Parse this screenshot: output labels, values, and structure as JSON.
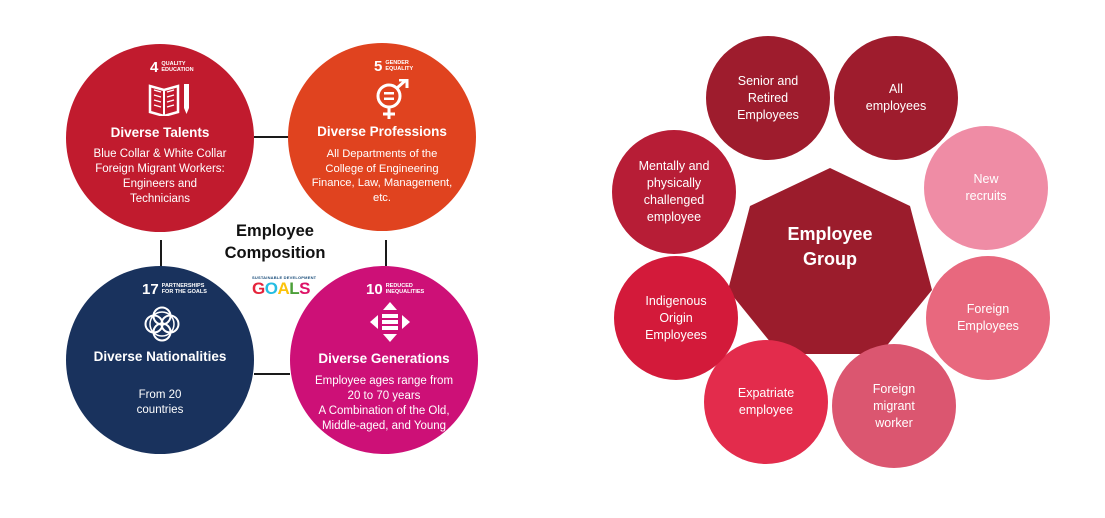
{
  "composition": {
    "center_label": "Employee\nComposition",
    "sdg_logo": {
      "subtitle": "SUSTAINABLE DEVELOPMENT",
      "word": "GOALS"
    },
    "quadrants": [
      {
        "sdg_number": "4",
        "sdg_label": "QUALITY\nEDUCATION",
        "icon": "book-pencil-icon",
        "title": "Diverse Talents",
        "description": "Blue Collar & White Collar\nForeign Migrant Workers:\nEngineers and\nTechnicians",
        "color": "#c11b2e"
      },
      {
        "sdg_number": "5",
        "sdg_label": "GENDER\nEQUALITY",
        "icon": "gender-equality-icon",
        "title": "Diverse Professions",
        "description": "All Departments of the\nCollege of Engineering\nFinance, Law, Management,\netc.",
        "color": "#e0431f"
      },
      {
        "sdg_number": "17",
        "sdg_label": "PARTNERSHIPS\nFOR THE GOALS",
        "icon": "partnership-rings-icon",
        "title": "Diverse Nationalities",
        "description": "From 20\ncountries",
        "color": "#19325d"
      },
      {
        "sdg_number": "10",
        "sdg_label": "REDUCED\nINEQUALITIES",
        "icon": "reduced-inequalities-icon",
        "title": "Diverse Generations",
        "description": "Employee ages range from\n20 to 70 years\nA Combination of the Old,\nMiddle-aged, and Young",
        "color": "#cd1077"
      }
    ]
  },
  "employee_group": {
    "center_label": "Employee\nGroup",
    "center_color": "#9b1c2c",
    "members": [
      {
        "label": "Senior and\nRetired\nEmployees",
        "color": "#9e1c2d"
      },
      {
        "label": "All\nemployees",
        "color": "#9e1c2d"
      },
      {
        "label": "New\nrecruits",
        "color": "#ef8ca5"
      },
      {
        "label": "Foreign\nEmployees",
        "color": "#e8687e"
      },
      {
        "label": "Foreign\nmigrant\nworker",
        "color": "#db5670"
      },
      {
        "label": "Expatriate\nemployee",
        "color": "#e32c4c"
      },
      {
        "label": "Indigenous\nOrigin\nEmployees",
        "color": "#d31a3a"
      },
      {
        "label": "Mentally and\nphysically\nchallenged\nemployee",
        "color": "#b71d36"
      }
    ]
  }
}
